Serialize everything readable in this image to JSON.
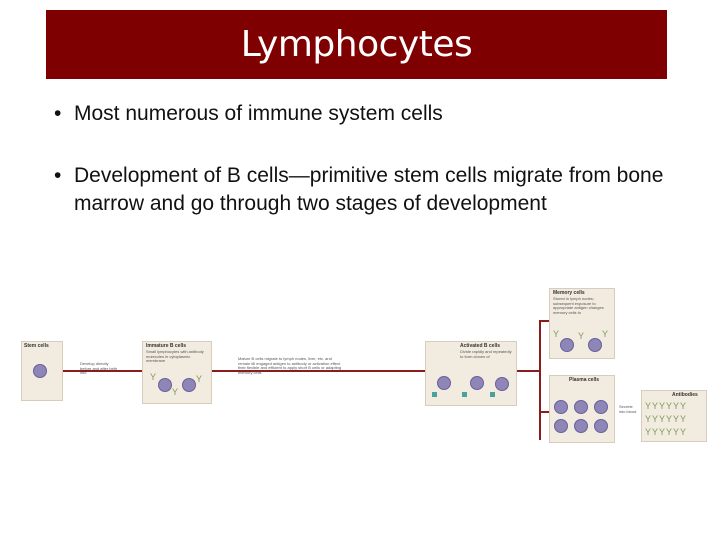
{
  "slide": {
    "title": "Lymphocytes",
    "bullets": [
      "Most numerous of immune system cells",
      "Development of B cells—primitive stem cells migrate from bone marrow and go through two stages of development"
    ]
  },
  "figure": {
    "stem_cells": {
      "title": "Stem cells"
    },
    "develop_label": "Develop directly before and after birth into",
    "immature": {
      "title": "Immature B cells",
      "desc": "Small lymphocytes with antibody molecules in cytoplasmic membrane"
    },
    "mature_label": "Mature B cells migrate to lymph nodes, liver, etc. and remain till engaged antigen to antibody or activation effect their flexible and efficient to apply short B cells or adapting memory cells",
    "activated": {
      "title": "Activated B cells",
      "desc": "Divide rapidly and repeatedly to form clones of"
    },
    "memory": {
      "title": "Memory cells",
      "desc": "Stored in lymph nodes; subsequent exposure to appropriate antigen changes memory cells to"
    },
    "plasma": {
      "title": "Plasma cells"
    },
    "secrete_label": "Secrete into blood",
    "antibodies": {
      "title": "Antibodies"
    }
  }
}
